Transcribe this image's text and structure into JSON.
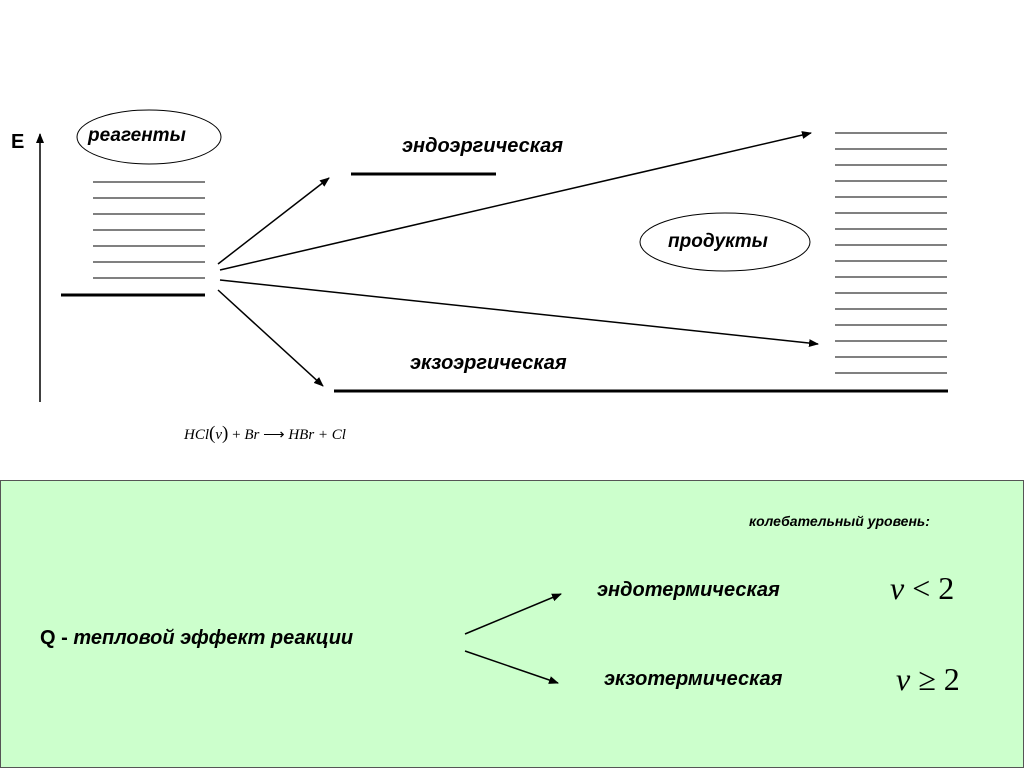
{
  "diagram": {
    "axis_label": "E",
    "reagents_label": "реагенты",
    "products_label": "продукты",
    "endo_label": "эндоэргическая",
    "exo_label": "экзоэргическая",
    "equation": {
      "left": "HCl",
      "paren_v": "v",
      "plus1": "+",
      "br": "Br",
      "rhs": "HBr + Cl"
    }
  },
  "panel": {
    "background": "#ccffcc",
    "vibrational_level_label": "колебательный уровень:",
    "q_prefix": "Q -",
    "q_text": "тепловой эффект реакции",
    "endothermic_label": "эндотермическая",
    "exothermic_label": "экзотермическая",
    "cond_endo_v": "v",
    "cond_endo_op": "<",
    "cond_endo_num": "2",
    "cond_exo_v": "v",
    "cond_exo_op": "≥",
    "cond_exo_num": "2"
  }
}
